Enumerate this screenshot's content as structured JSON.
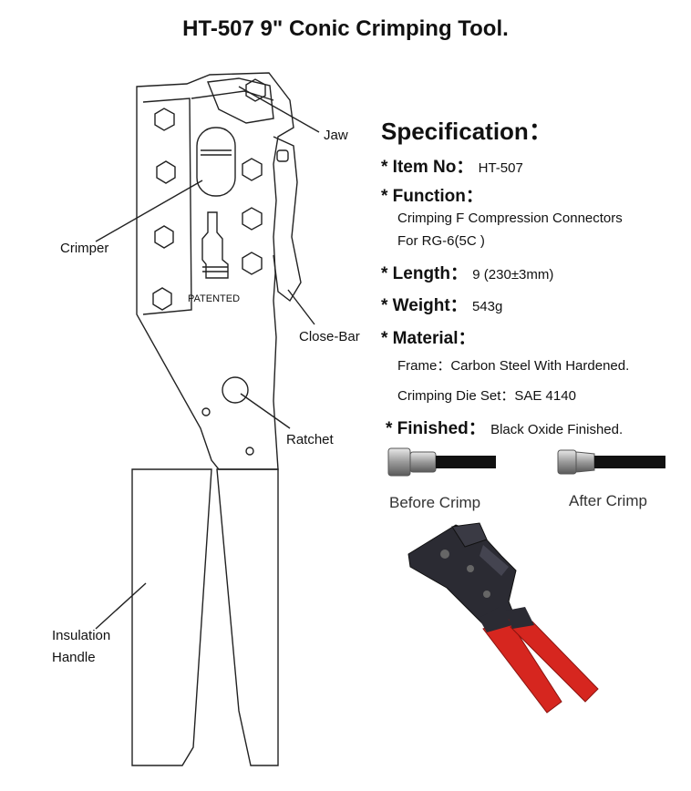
{
  "title": "HT-507 9\" Conic Crimping Tool.",
  "callouts": {
    "jaw": "Jaw",
    "crimper": "Crimper",
    "close_bar": "Close-Bar",
    "ratchet": "Ratchet",
    "insulation_handle_line1": "Insulation",
    "insulation_handle_line2": "Handle",
    "patented": "PATENTED"
  },
  "specification": {
    "heading": "Specification：",
    "item_no_label": "* Item No：",
    "item_no_value": "HT-507",
    "function_label": "* Function：",
    "function_line1": "Crimping F Compression Connectors",
    "function_line2": "For RG-6(5C )",
    "length_label": "* Length：",
    "length_value": "9  (230±3mm)",
    "weight_label": "* Weight：",
    "weight_value": "543g",
    "material_label": "* Material：",
    "material_frame": "Frame：Carbon Steel With Hardened.",
    "material_die": "Crimping Die Set：SAE 4140",
    "finished_label": "* Finished：",
    "finished_value": "Black Oxide Finished."
  },
  "captions": {
    "before": "Before Crimp",
    "after": "After Crimp"
  },
  "colors": {
    "handle_red": "#d6261f",
    "tool_dark": "#2b2b33",
    "cable_black": "#111111"
  }
}
